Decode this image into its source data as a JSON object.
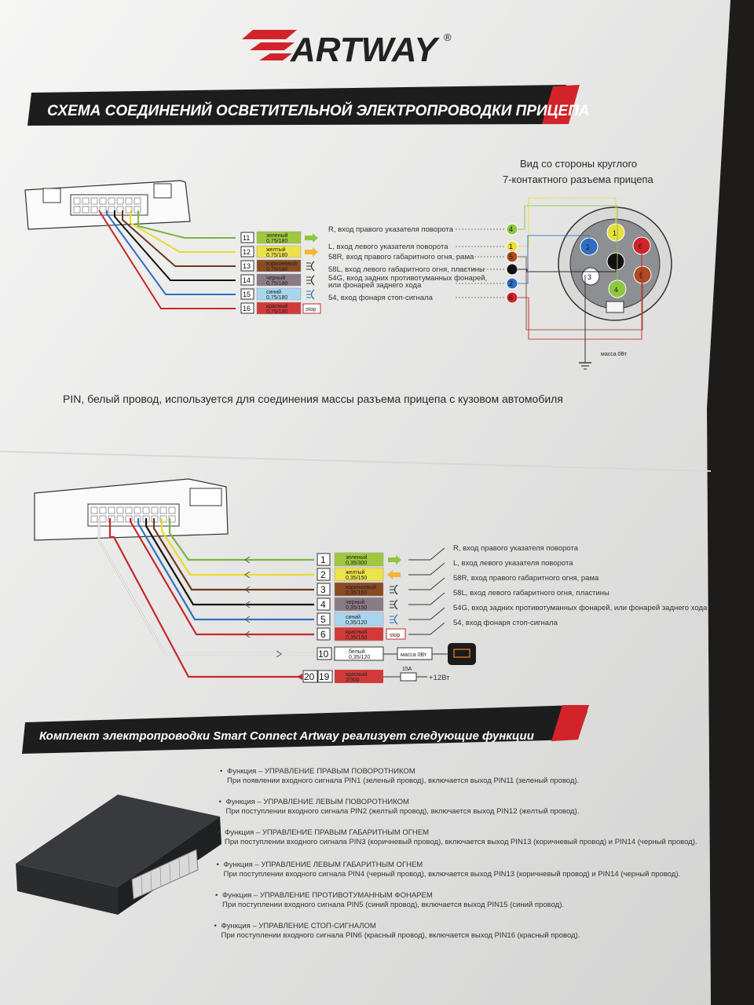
{
  "brand": {
    "logo": "ARTWAY",
    "registered": "®"
  },
  "banner_top": "СХЕМА СОЕДИНЕНИЙ ОСВЕТИТЕЛЬНОЙ ЭЛЕКТРОПРОВОДКИ ПРИЦЕПА",
  "banner_bottom": "Комплект электропроводки Smart Connect Artway реализует следующие функции",
  "connector_view": {
    "line1": "Вид со стороны круглого",
    "line2": "7-контактного разъема прицепа",
    "ground": "масса 0Вт"
  },
  "diagram1": {
    "rows": [
      {
        "pin": "11",
        "wire": "зеленый",
        "spec": "0,75/180",
        "color": "#9fc83e",
        "signal": "R, вход правого указателя поворота",
        "socket": "4"
      },
      {
        "pin": "12",
        "wire": "желтый",
        "spec": "0,75/180",
        "color": "#ece24a",
        "signal": "L, вход левого указателя поворота",
        "socket": "1"
      },
      {
        "pin": "13",
        "wire": "коричневый",
        "spec": "0,75/180",
        "color": "#8a4a22",
        "signal": "58R, вход правого габаритного огня, рама",
        "socket": "5"
      },
      {
        "pin": "14",
        "wire": "черный",
        "spec": "0,75/180",
        "color": "#8a7a86",
        "signal": "58L, вход левого габаритного огня, пластины",
        "socket": "7"
      },
      {
        "pin": "15",
        "wire": "синий",
        "spec": "0,75/180",
        "color": "#a9d6ef",
        "signal": "54G, вход задних противотуманных фонарей, или фонарей заднего хода",
        "socket": "2"
      },
      {
        "pin": "16",
        "wire": "красный",
        "spec": "0,75/180",
        "color": "#d23a3a",
        "signal": "54, вход фонаря стоп-сигнала",
        "socket": "6"
      }
    ],
    "stop_label": "stop"
  },
  "note": "PIN, белый провод, используется для соединения массы разъема прицепа с кузовом автомобиля",
  "diagram2": {
    "rows": [
      {
        "pin": "1",
        "wire": "зеленый",
        "spec": "0,35/300",
        "color": "#9fc83e",
        "signal": "R, вход правого указателя поворота"
      },
      {
        "pin": "2",
        "wire": "желтый",
        "spec": "0,35/150",
        "color": "#ece24a",
        "signal": "L, вход левого указателя поворота"
      },
      {
        "pin": "3",
        "wire": "коричневый",
        "spec": "0,35/150",
        "color": "#8a4a22",
        "signal": "58R, вход правого габаритного огня, рама"
      },
      {
        "pin": "4",
        "wire": "черный",
        "spec": "0,35/150",
        "color": "#8a7a86",
        "signal": "58L, вход левого габаритного огня, пластины"
      },
      {
        "pin": "5",
        "wire": "синий",
        "spec": "0,35/120",
        "color": "#a9d6ef",
        "signal": "54G, вход задних противотуманных фонарей, или фонарей заднего хода"
      },
      {
        "pin": "6",
        "wire": "красный",
        "spec": "0,35/150",
        "color": "#d23a3a",
        "signal": "54, вход фонаря стоп-сигнала"
      }
    ],
    "white_row": {
      "pin": "10",
      "wire": "белый",
      "spec": "0,35/120",
      "ground_label": "масса 0Вт"
    },
    "power_row": {
      "pin_a": "20",
      "pin_b": "19",
      "wire": "красный",
      "spec": "2/300",
      "fuse": "15A",
      "supply": "+12Вт"
    },
    "stop_label": "stop"
  },
  "functions": [
    {
      "title": "Функция – УПРАВЛЕНИЕ ПРАВЫМ ПОВОРОТНИКОМ",
      "desc": "При появлении входного сигнала PIN1 (зеленый провод), включается выход PIN11 (зеленый провод)."
    },
    {
      "title": "Функция – УПРАВЛЕНИЕ ЛЕВЫМ ПОВОРОТНИКОМ",
      "desc": "При поступлении входного сигнала PIN2 (желтый провод), включается выход PIN12 (желтый провод)."
    },
    {
      "title": "Функция – УПРАВЛЕНИЕ ПРАВЫМ ГАБАРИТНЫМ ОГНЕМ",
      "desc": "При поступлении входного сигнала PIN3 (коричневый провод), включается выход PIN13 (коричневый провод) и PIN14 (черный провод)."
    },
    {
      "title": "Функция – УПРАВЛЕНИЕ ЛЕВЫМ ГАБАРИТНЫМ ОГНЕМ",
      "desc": "При поступлении входного сигнала PIN4 (черный провод), включается выход PIN13 (коричневый провод) и PIN14 (черный провод)."
    },
    {
      "title": "Функция – УПРАВЛЕНИЕ ПРОТИВОТУМАННЫМ ФОНАРЕМ",
      "desc": "При поступлении входного сигнала PIN5 (синий провод), включается выход PIN15 (синий провод)."
    },
    {
      "title": "Функция – УПРАВЛЕНИЕ СТОП-СИГНАЛОМ",
      "desc": "При поступлении входного сигнала PIN6 (красный провод), включается выход PIN16 (красный провод)."
    }
  ]
}
